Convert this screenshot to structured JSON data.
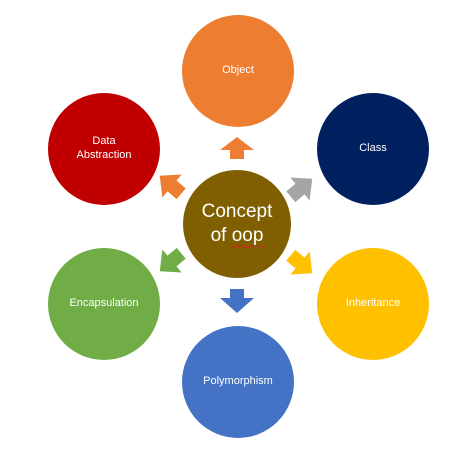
{
  "center": {
    "line1": "Concept",
    "line2_word1": "of",
    "line2_word2": "oop",
    "color": "#7f5f00"
  },
  "nodes": [
    {
      "id": "object",
      "label": "Object",
      "color": "#ed7d31"
    },
    {
      "id": "class",
      "label": "Class",
      "color": "#002060"
    },
    {
      "id": "inheritance",
      "label": "Inheritance",
      "color": "#ffc000"
    },
    {
      "id": "polymorphism",
      "label": "Polymorphism",
      "color": "#4472c4"
    },
    {
      "id": "encapsulation",
      "label": "Encapsulation",
      "color": "#70ad47"
    },
    {
      "id": "data-abstraction",
      "label": "Data\nAbstraction",
      "color": "#c00000"
    }
  ],
  "arrows": [
    {
      "target": "object",
      "color": "#ed7d31"
    },
    {
      "target": "class",
      "color": "#a5a5a5"
    },
    {
      "target": "inheritance",
      "color": "#ffc000"
    },
    {
      "target": "polymorphism",
      "color": "#4472c4"
    },
    {
      "target": "encapsulation",
      "color": "#70ad47"
    },
    {
      "target": "data-abstraction",
      "color": "#ed7d31"
    }
  ]
}
